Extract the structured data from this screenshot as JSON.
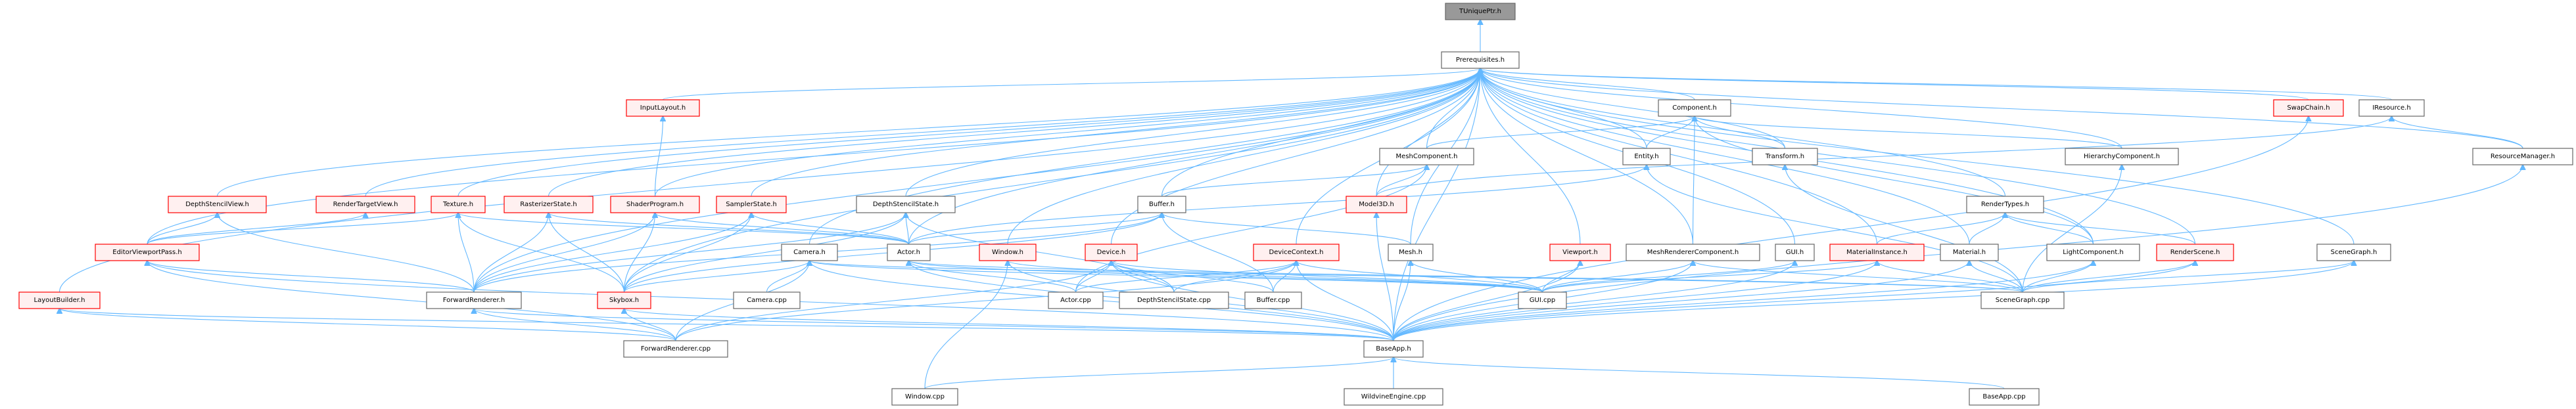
{
  "graph": {
    "title": "TUniquePtr.h include dependency graph",
    "edge_color": "#63b8ff",
    "colors": {
      "normal_border": "#666666",
      "incomplete_border": "#ff0000",
      "incomplete_fill": "#fff0f0",
      "root_fill": "#999999"
    },
    "nodes": [
      {
        "id": "TUniquePtr.h",
        "label": "TUniquePtr.h",
        "style": "root"
      },
      {
        "id": "Prerequisites.h",
        "label": "Prerequisites.h",
        "style": "normal"
      },
      {
        "id": "InputLayout.h",
        "label": "InputLayout.h",
        "style": "red"
      },
      {
        "id": "Component.h",
        "label": "Component.h",
        "style": "normal"
      },
      {
        "id": "SwapChain.h",
        "label": "SwapChain.h",
        "style": "red"
      },
      {
        "id": "IResource.h",
        "label": "IResource.h",
        "style": "normal"
      },
      {
        "id": "MeshComponent.h",
        "label": "MeshComponent.h",
        "style": "normal"
      },
      {
        "id": "Entity.h",
        "label": "Entity.h",
        "style": "normal"
      },
      {
        "id": "Transform.h",
        "label": "Transform.h",
        "style": "normal"
      },
      {
        "id": "HierarchyComponent.h",
        "label": "HierarchyComponent.h",
        "style": "normal"
      },
      {
        "id": "ResourceManager.h",
        "label": "ResourceManager.h",
        "style": "normal"
      },
      {
        "id": "DepthStencilView.h",
        "label": "DepthStencilView.h",
        "style": "red"
      },
      {
        "id": "RenderTargetView.h",
        "label": "RenderTargetView.h",
        "style": "red"
      },
      {
        "id": "Texture.h",
        "label": "Texture.h",
        "style": "red"
      },
      {
        "id": "RasterizerState.h",
        "label": "RasterizerState.h",
        "style": "red"
      },
      {
        "id": "ShaderProgram.h",
        "label": "ShaderProgram.h",
        "style": "red"
      },
      {
        "id": "SamplerState.h",
        "label": "SamplerState.h",
        "style": "red"
      },
      {
        "id": "DepthStencilState.h",
        "label": "DepthStencilState.h",
        "style": "normal"
      },
      {
        "id": "Buffer.h",
        "label": "Buffer.h",
        "style": "normal"
      },
      {
        "id": "Model3D.h",
        "label": "Model3D.h",
        "style": "red"
      },
      {
        "id": "RenderTypes.h",
        "label": "RenderTypes.h",
        "style": "normal"
      },
      {
        "id": "EditorViewportPass.h",
        "label": "EditorViewportPass.h",
        "style": "red"
      },
      {
        "id": "Camera.h",
        "label": "Camera.h",
        "style": "normal"
      },
      {
        "id": "Actor.h",
        "label": "Actor.h",
        "style": "normal"
      },
      {
        "id": "Window.h",
        "label": "Window.h",
        "style": "red"
      },
      {
        "id": "Device.h",
        "label": "Device.h",
        "style": "red"
      },
      {
        "id": "DeviceContext.h",
        "label": "DeviceContext.h",
        "style": "red"
      },
      {
        "id": "Mesh.h",
        "label": "Mesh.h",
        "style": "normal"
      },
      {
        "id": "Viewport.h",
        "label": "Viewport.h",
        "style": "red"
      },
      {
        "id": "MeshRendererComponent.h",
        "label": "MeshRendererComponent.h",
        "style": "normal"
      },
      {
        "id": "GUI.h",
        "label": "GUI.h",
        "style": "normal"
      },
      {
        "id": "MaterialInstance.h",
        "label": "MaterialInstance.h",
        "style": "red"
      },
      {
        "id": "Material.h",
        "label": "Material.h",
        "style": "normal"
      },
      {
        "id": "LightComponent.h",
        "label": "LightComponent.h",
        "style": "normal"
      },
      {
        "id": "RenderScene.h",
        "label": "RenderScene.h",
        "style": "red"
      },
      {
        "id": "SceneGraph.h",
        "label": "SceneGraph.h",
        "style": "normal"
      },
      {
        "id": "LayoutBuilder.h",
        "label": "LayoutBuilder.h",
        "style": "red"
      },
      {
        "id": "ForwardRenderer.h",
        "label": "ForwardRenderer.h",
        "style": "normal"
      },
      {
        "id": "Skybox.h",
        "label": "Skybox.h",
        "style": "red"
      },
      {
        "id": "Camera.cpp",
        "label": "Camera.cpp",
        "style": "normal"
      },
      {
        "id": "Actor.cpp",
        "label": "Actor.cpp",
        "style": "normal"
      },
      {
        "id": "DepthStencilState.cpp",
        "label": "DepthStencilState.cpp",
        "style": "normal"
      },
      {
        "id": "Buffer.cpp",
        "label": "Buffer.cpp",
        "style": "normal"
      },
      {
        "id": "GUI.cpp",
        "label": "GUI.cpp",
        "style": "normal"
      },
      {
        "id": "SceneGraph.cpp",
        "label": "SceneGraph.cpp",
        "style": "normal"
      },
      {
        "id": "ForwardRenderer.cpp",
        "label": "ForwardRenderer.cpp",
        "style": "normal"
      },
      {
        "id": "BaseApp.h",
        "label": "BaseApp.h",
        "style": "normal"
      },
      {
        "id": "Window.cpp",
        "label": "Window.cpp",
        "style": "normal"
      },
      {
        "id": "WildvineEngine.cpp",
        "label": "WildvineEngine.cpp",
        "style": "normal"
      },
      {
        "id": "BaseApp.cpp",
        "label": "BaseApp.cpp",
        "style": "normal"
      }
    ],
    "edges": [
      [
        "Prerequisites.h",
        "TUniquePtr.h"
      ],
      [
        "InputLayout.h",
        "Prerequisites.h"
      ],
      [
        "Component.h",
        "Prerequisites.h"
      ],
      [
        "SwapChain.h",
        "Prerequisites.h"
      ],
      [
        "IResource.h",
        "Prerequisites.h"
      ],
      [
        "MeshComponent.h",
        "Prerequisites.h"
      ],
      [
        "MeshComponent.h",
        "Component.h"
      ],
      [
        "Entity.h",
        "Prerequisites.h"
      ],
      [
        "Entity.h",
        "Component.h"
      ],
      [
        "Transform.h",
        "Prerequisites.h"
      ],
      [
        "Transform.h",
        "Component.h"
      ],
      [
        "HierarchyComponent.h",
        "Prerequisites.h"
      ],
      [
        "HierarchyComponent.h",
        "Component.h"
      ],
      [
        "ResourceManager.h",
        "Prerequisites.h"
      ],
      [
        "ResourceManager.h",
        "IResource.h"
      ],
      [
        "DepthStencilView.h",
        "Prerequisites.h"
      ],
      [
        "RenderTargetView.h",
        "Prerequisites.h"
      ],
      [
        "Texture.h",
        "Prerequisites.h"
      ],
      [
        "RasterizerState.h",
        "Prerequisites.h"
      ],
      [
        "ShaderProgram.h",
        "Prerequisites.h"
      ],
      [
        "ShaderProgram.h",
        "InputLayout.h"
      ],
      [
        "SamplerState.h",
        "Prerequisites.h"
      ],
      [
        "DepthStencilState.h",
        "Prerequisites.h"
      ],
      [
        "Buffer.h",
        "Prerequisites.h"
      ],
      [
        "Buffer.h",
        "MeshComponent.h"
      ],
      [
        "Model3D.h",
        "Prerequisites.h"
      ],
      [
        "Model3D.h",
        "MeshComponent.h"
      ],
      [
        "Model3D.h",
        "IResource.h"
      ],
      [
        "RenderTypes.h",
        "Prerequisites.h"
      ],
      [
        "EditorViewportPass.h",
        "Prerequisites.h"
      ],
      [
        "EditorViewportPass.h",
        "DepthStencilView.h"
      ],
      [
        "EditorViewportPass.h",
        "RenderTargetView.h"
      ],
      [
        "EditorViewportPass.h",
        "Texture.h"
      ],
      [
        "Camera.h",
        "Prerequisites.h"
      ],
      [
        "Actor.h",
        "Prerequisites.h"
      ],
      [
        "Actor.h",
        "Entity.h"
      ],
      [
        "Actor.h",
        "DepthStencilState.h"
      ],
      [
        "Actor.h",
        "Texture.h"
      ],
      [
        "Actor.h",
        "SamplerState.h"
      ],
      [
        "Actor.h",
        "RasterizerState.h"
      ],
      [
        "Actor.h",
        "ShaderProgram.h"
      ],
      [
        "Actor.h",
        "Buffer.h"
      ],
      [
        "Window.h",
        "Prerequisites.h"
      ],
      [
        "Device.h",
        "Prerequisites.h"
      ],
      [
        "DeviceContext.h",
        "Prerequisites.h"
      ],
      [
        "Mesh.h",
        "Prerequisites.h"
      ],
      [
        "Mesh.h",
        "Buffer.h"
      ],
      [
        "Viewport.h",
        "Prerequisites.h"
      ],
      [
        "MeshRendererComponent.h",
        "Prerequisites.h"
      ],
      [
        "MeshRendererComponent.h",
        "Component.h"
      ],
      [
        "GUI.h",
        "Prerequisites.h"
      ],
      [
        "MaterialInstance.h",
        "Prerequisites.h"
      ],
      [
        "MaterialInstance.h",
        "RenderTypes.h"
      ],
      [
        "Material.h",
        "Prerequisites.h"
      ],
      [
        "Material.h",
        "RenderTypes.h"
      ],
      [
        "LightComponent.h",
        "Prerequisites.h"
      ],
      [
        "LightComponent.h",
        "RenderTypes.h"
      ],
      [
        "LightComponent.h",
        "Component.h"
      ],
      [
        "RenderScene.h",
        "Prerequisites.h"
      ],
      [
        "RenderScene.h",
        "RenderTypes.h"
      ],
      [
        "SceneGraph.h",
        "Prerequisites.h"
      ],
      [
        "LayoutBuilder.h",
        "Prerequisites.h"
      ],
      [
        "ForwardRenderer.h",
        "Prerequisites.h"
      ],
      [
        "ForwardRenderer.h",
        "Texture.h"
      ],
      [
        "ForwardRenderer.h",
        "EditorViewportPass.h"
      ],
      [
        "ForwardRenderer.h",
        "DepthStencilView.h"
      ],
      [
        "ForwardRenderer.h",
        "RasterizerState.h"
      ],
      [
        "ForwardRenderer.h",
        "ShaderProgram.h"
      ],
      [
        "ForwardRenderer.h",
        "SamplerState.h"
      ],
      [
        "ForwardRenderer.h",
        "DepthStencilState.h"
      ],
      [
        "ForwardRenderer.h",
        "Buffer.h"
      ],
      [
        "Skybox.h",
        "Prerequisites.h"
      ],
      [
        "Skybox.h",
        "Texture.h"
      ],
      [
        "Skybox.h",
        "RasterizerState.h"
      ],
      [
        "Skybox.h",
        "ShaderProgram.h"
      ],
      [
        "Skybox.h",
        "SamplerState.h"
      ],
      [
        "Skybox.h",
        "Camera.h"
      ],
      [
        "Skybox.h",
        "Buffer.h"
      ],
      [
        "Skybox.h",
        "DepthStencilState.h"
      ],
      [
        "Camera.cpp",
        "Camera.h"
      ],
      [
        "Actor.cpp",
        "Actor.h"
      ],
      [
        "Actor.cpp",
        "Device.h"
      ],
      [
        "Actor.cpp",
        "DeviceContext.h"
      ],
      [
        "Actor.cpp",
        "MeshComponent.h"
      ],
      [
        "DepthStencilState.cpp",
        "DepthStencilState.h"
      ],
      [
        "DepthStencilState.cpp",
        "Device.h"
      ],
      [
        "DepthStencilState.cpp",
        "DeviceContext.h"
      ],
      [
        "Buffer.cpp",
        "Buffer.h"
      ],
      [
        "Buffer.cpp",
        "Device.h"
      ],
      [
        "Buffer.cpp",
        "DeviceContext.h"
      ],
      [
        "GUI.cpp",
        "GUI.h"
      ],
      [
        "GUI.cpp",
        "Viewport.h"
      ],
      [
        "GUI.cpp",
        "Mesh.h"
      ],
      [
        "GUI.cpp",
        "MeshRendererComponent.h"
      ],
      [
        "GUI.cpp",
        "MaterialInstance.h"
      ],
      [
        "GUI.cpp",
        "Actor.h"
      ],
      [
        "GUI.cpp",
        "Camera.h"
      ],
      [
        "GUI.cpp",
        "Device.h"
      ],
      [
        "GUI.cpp",
        "DeviceContext.h"
      ],
      [
        "GUI.cpp",
        "Window.h"
      ],
      [
        "SceneGraph.cpp",
        "SceneGraph.h"
      ],
      [
        "SceneGraph.cpp",
        "Material.h"
      ],
      [
        "SceneGraph.cpp",
        "LightComponent.h"
      ],
      [
        "SceneGraph.cpp",
        "RenderScene.h"
      ],
      [
        "SceneGraph.cpp",
        "MaterialInstance.h"
      ],
      [
        "SceneGraph.cpp",
        "MeshRendererComponent.h"
      ],
      [
        "SceneGraph.cpp",
        "Entity.h"
      ],
      [
        "SceneGraph.cpp",
        "Transform.h"
      ],
      [
        "SceneGraph.cpp",
        "HierarchyComponent.h"
      ],
      [
        "SceneGraph.cpp",
        "Actor.h"
      ],
      [
        "SceneGraph.cpp",
        "Camera.h"
      ],
      [
        "ForwardRenderer.cpp",
        "ForwardRenderer.h"
      ],
      [
        "ForwardRenderer.cpp",
        "Skybox.h"
      ],
      [
        "ForwardRenderer.cpp",
        "EditorViewportPass.h"
      ],
      [
        "ForwardRenderer.cpp",
        "LayoutBuilder.h"
      ],
      [
        "ForwardRenderer.cpp",
        "Device.h"
      ],
      [
        "ForwardRenderer.cpp",
        "DeviceContext.h"
      ],
      [
        "ForwardRenderer.cpp",
        "Camera.h"
      ],
      [
        "BaseApp.h",
        "Prerequisites.h"
      ],
      [
        "BaseApp.h",
        "ForwardRenderer.h"
      ],
      [
        "BaseApp.h",
        "Skybox.h"
      ],
      [
        "BaseApp.h",
        "LayoutBuilder.h"
      ],
      [
        "BaseApp.h",
        "EditorViewportPass.h"
      ],
      [
        "BaseApp.h",
        "Window.h"
      ],
      [
        "BaseApp.h",
        "Device.h"
      ],
      [
        "BaseApp.h",
        "DeviceContext.h"
      ],
      [
        "BaseApp.h",
        "Mesh.h"
      ],
      [
        "BaseApp.h",
        "Model3D.h"
      ],
      [
        "BaseApp.h",
        "Viewport.h"
      ],
      [
        "BaseApp.h",
        "MeshRendererComponent.h"
      ],
      [
        "BaseApp.h",
        "GUI.h"
      ],
      [
        "BaseApp.h",
        "MaterialInstance.h"
      ],
      [
        "BaseApp.h",
        "Material.h"
      ],
      [
        "BaseApp.h",
        "LightComponent.h"
      ],
      [
        "BaseApp.h",
        "RenderScene.h"
      ],
      [
        "BaseApp.h",
        "SceneGraph.h"
      ],
      [
        "BaseApp.h",
        "Actor.h"
      ],
      [
        "BaseApp.h",
        "Camera.h"
      ],
      [
        "BaseApp.h",
        "SwapChain.h"
      ],
      [
        "BaseApp.h",
        "ResourceManager.h"
      ],
      [
        "Window.cpp",
        "Window.h"
      ],
      [
        "Window.cpp",
        "BaseApp.h"
      ],
      [
        "WildvineEngine.cpp",
        "BaseApp.h"
      ],
      [
        "BaseApp.cpp",
        "BaseApp.h"
      ]
    ]
  }
}
